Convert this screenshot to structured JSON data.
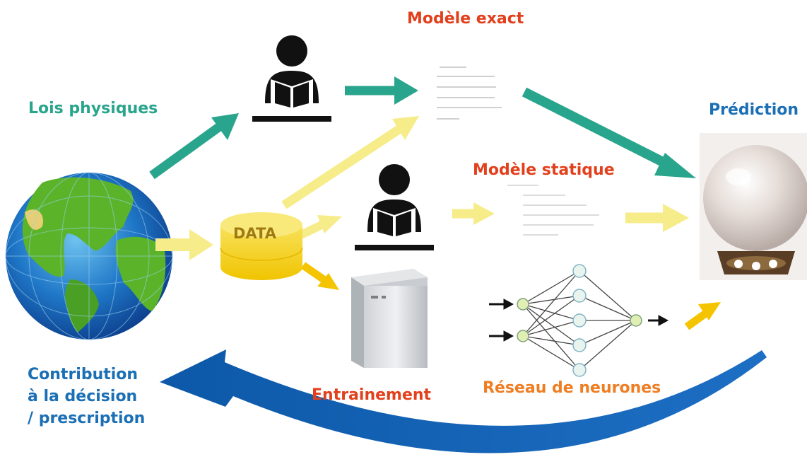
{
  "labels": {
    "lois_physiques": "Lois physiques",
    "modele_exact": "Modèle exact",
    "prediction": "Prédiction",
    "modele_statique": "Modèle statique",
    "data": "DATA",
    "entrainement": "Entrainement",
    "reseau_neurones": "Réseau de neurones",
    "contribution_line1": "Contribution",
    "contribution_line2": "à la décision",
    "contribution_line3": "/ prescription"
  },
  "colors": {
    "teal": "#2aa58d",
    "yellow": "#f6ec8a",
    "yellow_bright": "#f5c400",
    "blue": "#1b6fb5",
    "red": "#e2401c",
    "orange": "#ef7d22",
    "nn_node": "#e6f0c8"
  },
  "icons": [
    "globe-icon",
    "reader-icon",
    "database-icon",
    "server-icon",
    "crystal-ball-icon",
    "neural-network-icon"
  ]
}
